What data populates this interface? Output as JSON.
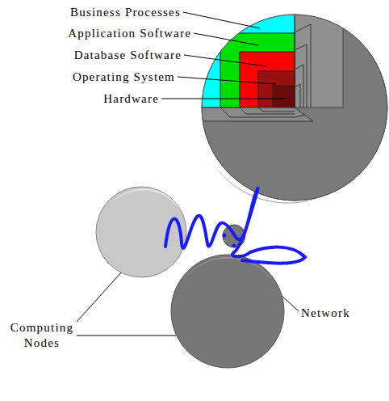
{
  "diagram": {
    "labels": [
      "Business Processes",
      "Application Software",
      "Database Software",
      "Operating System",
      "Hardware",
      "Network",
      "Computing Nodes"
    ]
  }
}
